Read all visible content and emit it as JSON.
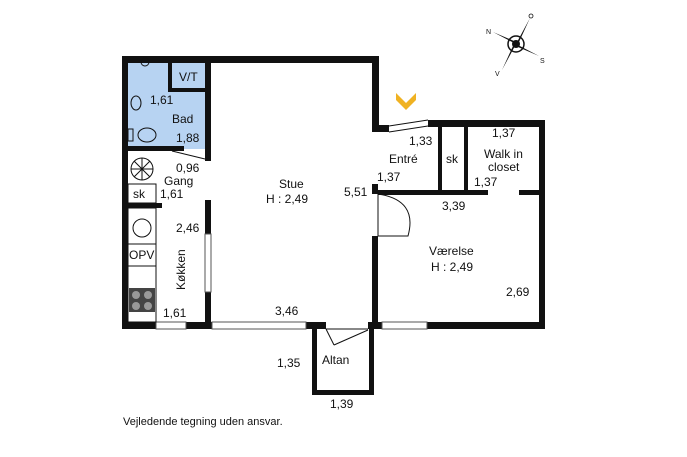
{
  "rooms": {
    "bad": {
      "name": "Bad",
      "dims": [
        "1,61",
        "1,88"
      ],
      "fixture": "V/T"
    },
    "gang": {
      "name": "Gang",
      "dims": [
        "0,96",
        "1,61"
      ],
      "storage": "sk"
    },
    "koekken": {
      "name": "Køkken",
      "dims": [
        "2,46",
        "1,61"
      ],
      "appliance": "OPV"
    },
    "stue": {
      "name": "Stue",
      "height": "H : 2,49",
      "dims": [
        "3,46",
        "5,51"
      ]
    },
    "entre": {
      "name": "Entré",
      "dims": [
        "1,33",
        "1,37"
      ],
      "storage": "sk"
    },
    "walkin": {
      "name_line1": "Walk in",
      "name_line2": "closet",
      "dims": [
        "1,37",
        "1,37"
      ]
    },
    "vaerelse": {
      "name": "Værelse",
      "height": "H : 2,49",
      "dims": [
        "3,39",
        "2,69"
      ]
    },
    "altan": {
      "name": "Altan",
      "dims": [
        "1,35",
        "1,39"
      ]
    }
  },
  "compass": {
    "n": "N",
    "s": "S",
    "v": "V",
    "o": "Ø"
  },
  "colors": {
    "bathroom": "#b7d3f2",
    "entrance_marker": "#f0b222",
    "walls": "#111111"
  },
  "disclaimer": "Vejledende tegning uden ansvar."
}
